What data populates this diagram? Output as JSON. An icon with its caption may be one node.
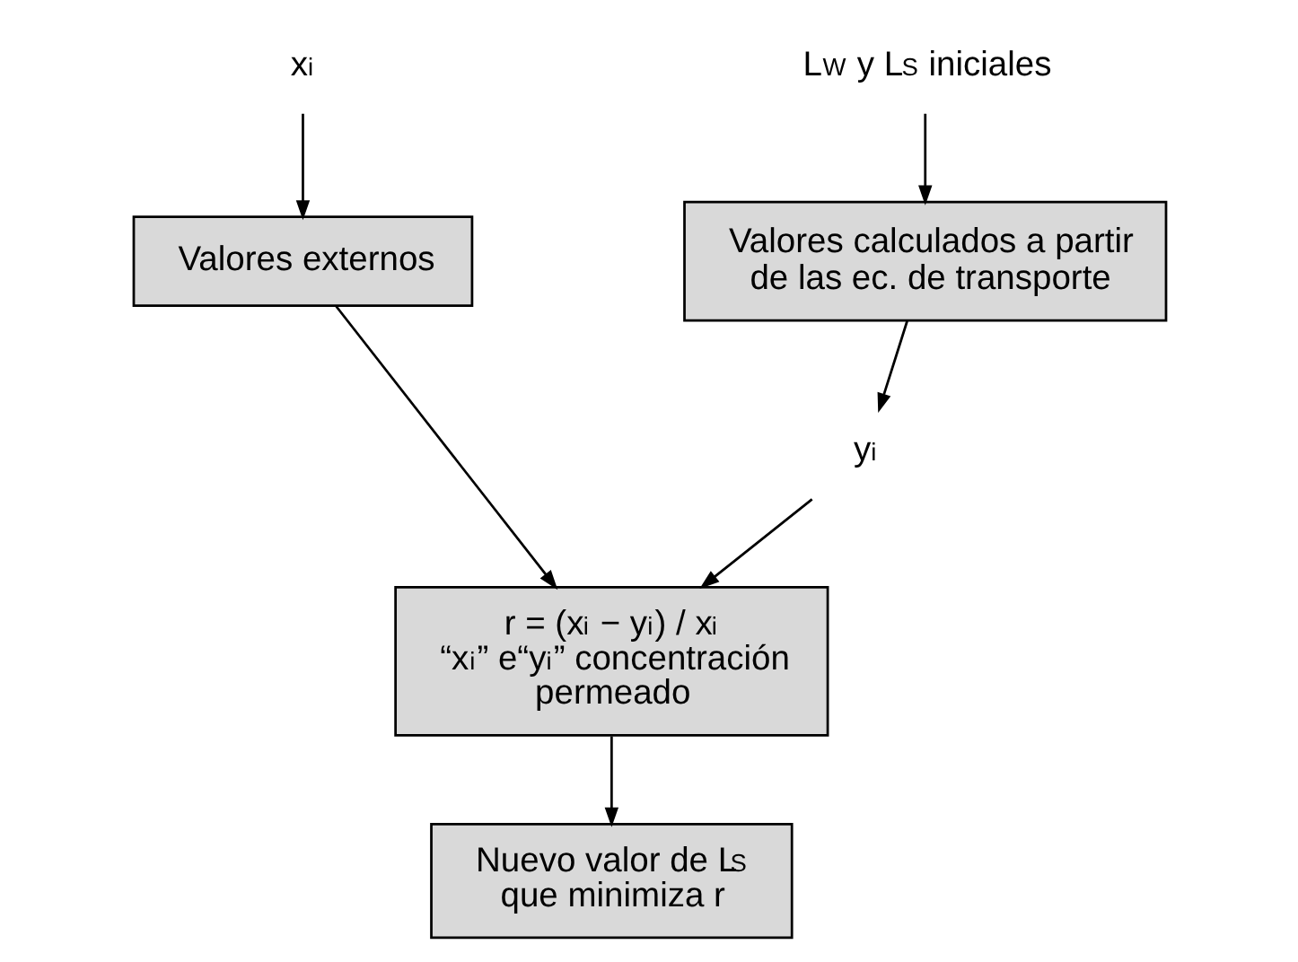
{
  "diagram": {
    "nodes": [
      {
        "text": [
          "x$_{i}$"
        ]
      },
      {
        "text": [
          "Valores externos"
        ]
      },
      {
        "text": [
          "L$_{W}$ y L$_{S}$ iniciales"
        ]
      },
      {
        "text": [
          "Valores calculados a partir de las ec. de transporte"
        ]
      },
      {
        "text": [
          "y$_{i}$"
        ]
      },
      {
        "text": [
          "r = (x$_{i}$ − y$_{i}$) / x$_{i}$",
          "“x$_{i}$” e“y$_{i}$” concentración permeado"
        ]
      },
      {
        "text": [
          "Nuevo valor de L$_{S}$ que minimiza r"
        ]
      }
    ],
    "edges": [
      {
        "from": 0,
        "to": 1,
        "arrow": "to"
      },
      {
        "from": 2,
        "to": 3,
        "arrow": "to"
      },
      {
        "from": 3,
        "to": 4,
        "arrow": "to"
      },
      {
        "from": 1,
        "to": 5,
        "arrow": "to"
      },
      {
        "from": 4,
        "to": 5,
        "arrow": "to"
      },
      {
        "from": 5,
        "to": 6,
        "arrow": "to"
      }
    ]
  }
}
